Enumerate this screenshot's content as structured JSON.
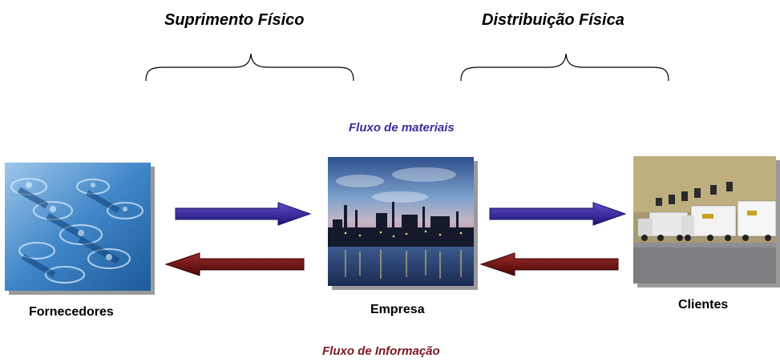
{
  "sections": {
    "supply": "Suprimento Físico",
    "distribution": "Distribuição Física"
  },
  "flows": {
    "materials": {
      "label": "Fluxo de materiais",
      "color": "#3b2e9c"
    },
    "information": {
      "label": "Fluxo de Informação",
      "color": "#7a1620"
    }
  },
  "entities": {
    "suppliers": "Fornecedores",
    "company": "Empresa",
    "clients": "Clientes"
  }
}
